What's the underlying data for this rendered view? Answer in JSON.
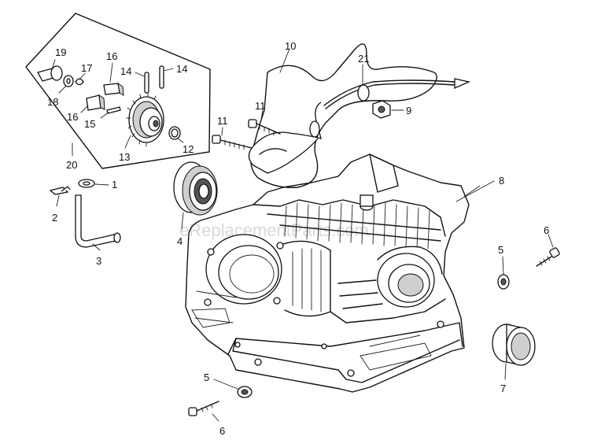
{
  "watermark": "eReplacementParts.com",
  "callouts": {
    "c1": "1",
    "c2": "2",
    "c3": "3",
    "c4": "4",
    "c5a": "5",
    "c5b": "5",
    "c6a": "6",
    "c6b": "6",
    "c7": "7",
    "c8": "8",
    "c9": "9",
    "c10": "10",
    "c11a": "11",
    "c11b": "11",
    "c12": "12",
    "c13": "13",
    "c14a": "14",
    "c14b": "14",
    "c15": "15",
    "c16a": "16",
    "c16b": "16",
    "c17": "17",
    "c18": "18",
    "c19": "19",
    "c20": "20",
    "c21": "21"
  }
}
